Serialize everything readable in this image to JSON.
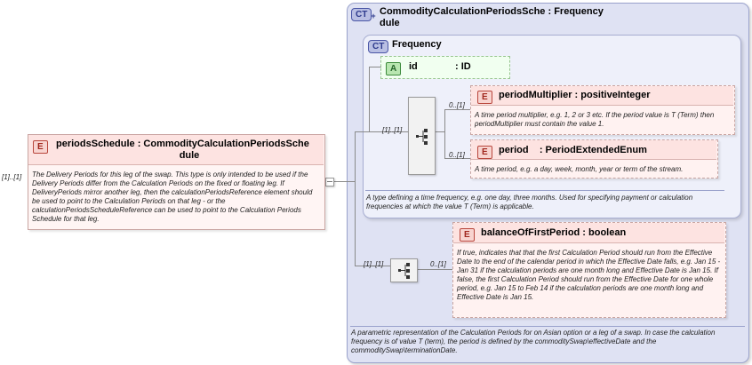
{
  "root": {
    "badge": "E",
    "title_line1": "periodsSchedule : CommodityCalculationPeriodsSche",
    "title_line2": "dule",
    "cardinality": "[1]..[1]",
    "description": "The Delivery Periods for this leg of the swap. This type is only intended to be used if the Delivery Periods differ from the Calculation Periods on the fixed or floating leg. If DeliveryPeriods mirror another leg, then the calculationPeriodsReference element should be used to point to the Calculation Periods on that leg - or the calculationPeriodsScheduleReference can be used to point to the Calculation Periods Schedule for that leg."
  },
  "outer_type": {
    "badge": "CT",
    "title_line1": "CommodityCalculationPeriodsSche : Frequency",
    "title_line2": "dule",
    "description": "A parametric representation of the Calculation Periods for on Asian option or a leg of a swap. In case the calculation frequency is of value T (term), the period is defined by the commoditySwap\\effectiveDate and the commoditySwap\\terminationDate."
  },
  "inner_type": {
    "badge": "CT",
    "title": "Frequency",
    "description": "A type defining a time frequency, e.g. one day, three months. Used for specifying payment or calculation frequencies at which the value T (Term) is applicable."
  },
  "attribute": {
    "badge": "A",
    "name": "id",
    "type": ": ID"
  },
  "sequence1": {
    "cardinality": "[1]..[1]"
  },
  "period_multiplier": {
    "badge": "E",
    "title": "periodMultiplier : positiveInteger",
    "cardinality": "0..[1]",
    "description": "A time period multiplier, e.g. 1, 2 or 3 etc. If the period value is T (Term) then periodMultiplier must contain the value 1."
  },
  "period": {
    "badge": "E",
    "title": "period    : PeriodExtendedEnum",
    "cardinality": "0..[1]",
    "description": "A time period, e.g. a day, week, month, year or term of the stream."
  },
  "sequence2": {
    "cardinality": "[1]..[1]"
  },
  "balance": {
    "badge": "E",
    "title": "balanceOfFirstPeriod : boolean",
    "cardinality": "0..[1]",
    "description": "If true, indicates that that the first Calculation Period should run from the Effective Date to the end of the calendar period in which the Effective Date falls, e.g. Jan 15 - Jan 31 if the calculation periods are one month long and Effective Date is Jan 15. If false, the first Calculation Period should run from the Effective Date for one whole period, e.g. Jan 15 to Feb 14 if the calculation periods are one month long and Effective Date is Jan 15."
  }
}
